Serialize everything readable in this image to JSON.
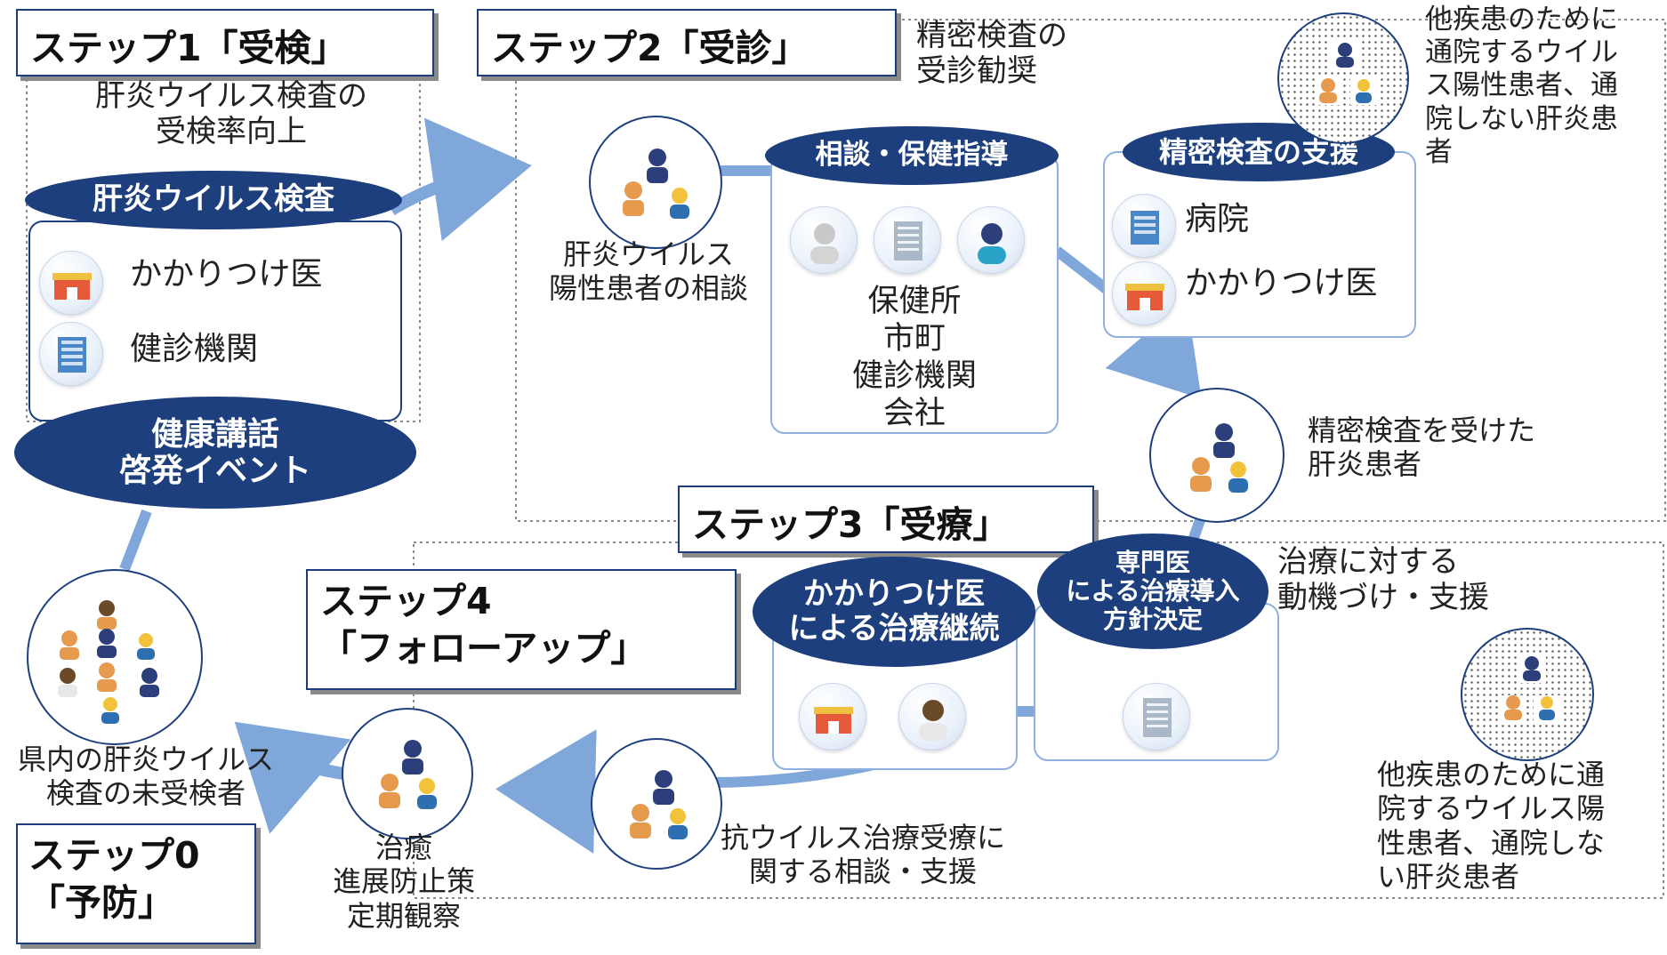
{
  "step1": {
    "title": "ステップ1「受検」",
    "subtitle_line1": "肝炎ウイルス検査の",
    "subtitle_line2": "受検率向上",
    "oval_label": "肝炎ウイルス検査",
    "items": [
      "かかりつけ医",
      "健診機関"
    ],
    "bottom_oval_line1": "健康講話",
    "bottom_oval_line2": "啓発イベント"
  },
  "step2": {
    "title": "ステップ2「受診」",
    "note_line1": "精密検査の",
    "note_line2": "受診勧奨",
    "consult_caption_line1": "肝炎ウイルス",
    "consult_caption_line2": "陽性患者の相談",
    "guidance_oval": "相談・保健指導",
    "guidance_items": [
      "保健所",
      "市町",
      "健診機関",
      "会社"
    ],
    "support_oval": "精密検査の支援",
    "support_items": [
      "病院",
      "かかりつけ医"
    ],
    "examined_line1": "精密検査を受けた",
    "examined_line2": "肝炎患者",
    "other_note_lines": [
      "他疾患のために",
      "通院するウイル",
      "ス陽性患者、通",
      "院しない肝炎患",
      "者"
    ]
  },
  "step3": {
    "title": "ステップ3「受療」",
    "specialist_oval_lines": [
      "専門医",
      "による治療導入",
      "方針決定"
    ],
    "continuation_oval_lines": [
      "かかりつけ医",
      "による治療継続"
    ],
    "motivation_line1": "治療に対する",
    "motivation_line2": "動機づけ・支援",
    "antiviral_line1": "抗ウイルス治療受療に",
    "antiviral_line2": "関する相談・支援",
    "other_note_lines": [
      "他疾患のために通",
      "院するウイルス陽",
      "性患者、通院しな",
      "い肝炎患者"
    ]
  },
  "step4": {
    "title_line1": "ステップ4",
    "title_line2": "「フォローアップ」",
    "followup_lines": [
      "治癒",
      "進展防止策",
      "定期観察"
    ],
    "untested_line1": "県内の肝炎ウイルス",
    "untested_line2": "検査の未受検者"
  },
  "step0": {
    "title_line1": "ステップ0",
    "title_line2": "「予防」"
  },
  "colors": {
    "oval": "#1d3f7e",
    "arrow": "#7fa7da",
    "panel_border": "#8fb0de"
  },
  "icons": [
    "clinic-icon",
    "building-icon",
    "nurse-icon",
    "doctor-icon",
    "people-icon"
  ]
}
